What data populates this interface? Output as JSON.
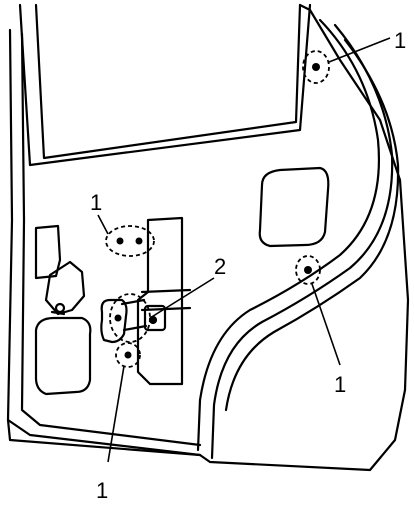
{
  "diagram": {
    "callouts": {
      "top_right": "1",
      "upper_left_fastener": "1",
      "item_two": "2",
      "lower_right": "1",
      "bottom": "1"
    },
    "colors": {
      "line": "#000000",
      "background": "#ffffff"
    }
  }
}
